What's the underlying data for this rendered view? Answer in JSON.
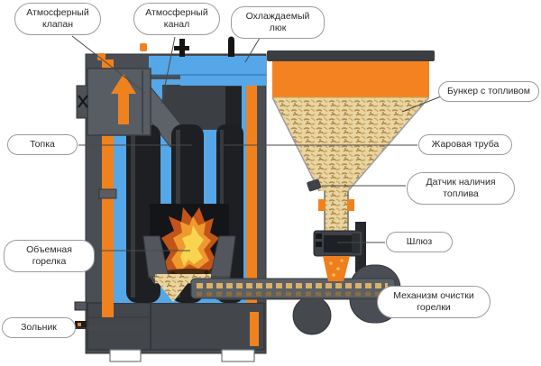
{
  "diagram_type": "pellet-boiler-cutaway",
  "callouts": [
    {
      "id": "atmospheric-valve",
      "text": "Атмосферный клапан"
    },
    {
      "id": "atmospheric-channel",
      "text": "Атмосферный канал"
    },
    {
      "id": "cooled-hatch",
      "text": "Охлаждаемый люк"
    },
    {
      "id": "fuel-bunker",
      "text": "Бункер с топливом"
    },
    {
      "id": "firebox",
      "text": "Топка"
    },
    {
      "id": "fire-tube",
      "text": "Жаровая труба"
    },
    {
      "id": "fuel-sensor",
      "text": "Датчик наличия топлива"
    },
    {
      "id": "sluice",
      "text": "Шлюз"
    },
    {
      "id": "volumetric-burner",
      "text": "Объемная горелка"
    },
    {
      "id": "burner-cleaning",
      "text": "Механизм очистки горелки"
    },
    {
      "id": "ash-pan",
      "text": "Зольник"
    }
  ],
  "colors": {
    "accent_orange": "#f0821e",
    "water_blue": "#55a7e8",
    "body_gray": "#4a4e54",
    "tube_black": "#1d1f22",
    "pellet_tan": "#e9d5a1",
    "flame_outer": "#c2541a",
    "flame_mid": "#ef9a2e",
    "flame_core": "#f8d44f",
    "callout_border": "#979ca1"
  }
}
